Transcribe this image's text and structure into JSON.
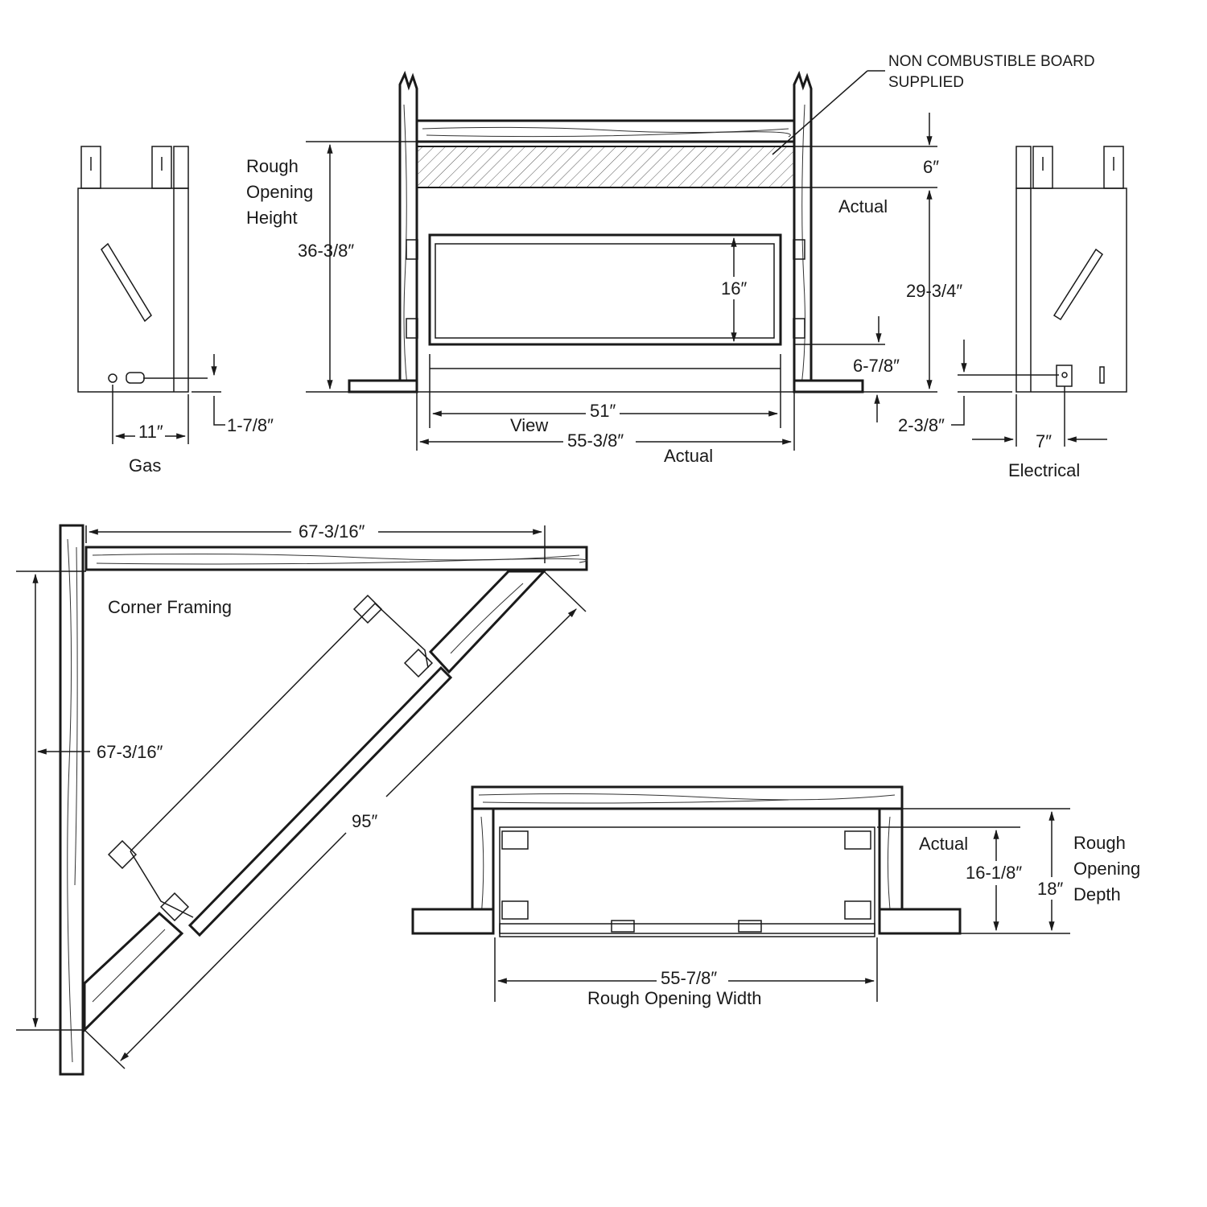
{
  "front_view": {
    "board_note_line1": "NON COMBUSTIBLE BOARD",
    "board_note_line2": "SUPPLIED",
    "rough_opening_height_line1": "Rough",
    "rough_opening_height_line2": "Opening",
    "rough_opening_height_line3": "Height",
    "rough_height": "36-3/8″",
    "board_height": "6″",
    "actual_label": "Actual",
    "actual_height": "29-3/4″",
    "view_height": "16″",
    "bottom_offset": "6-7/8″",
    "sill_offset": "2-3/8″",
    "view_width": "51″",
    "view_label": "View",
    "actual_width": "55-3/8″",
    "actual_width_label": "Actual"
  },
  "gas_view": {
    "offset_width": "11″",
    "offset_height": "1-7/8″",
    "label": "Gas"
  },
  "electrical_view": {
    "offset_width": "7″",
    "label": "Electrical"
  },
  "corner_view": {
    "top_dim": "67-3/16″",
    "title": "Corner Framing",
    "side_dim": "67-3/16″",
    "diagonal_dim": "95″"
  },
  "plan_view": {
    "actual_label": "Actual",
    "actual_depth": "16-1/8″",
    "rough_depth": "18″",
    "rough_depth_line1": "Rough",
    "rough_depth_line2": "Opening",
    "rough_depth_line3": "Depth",
    "rough_width": "55-7/8″",
    "rough_width_label": "Rough Opening Width"
  }
}
